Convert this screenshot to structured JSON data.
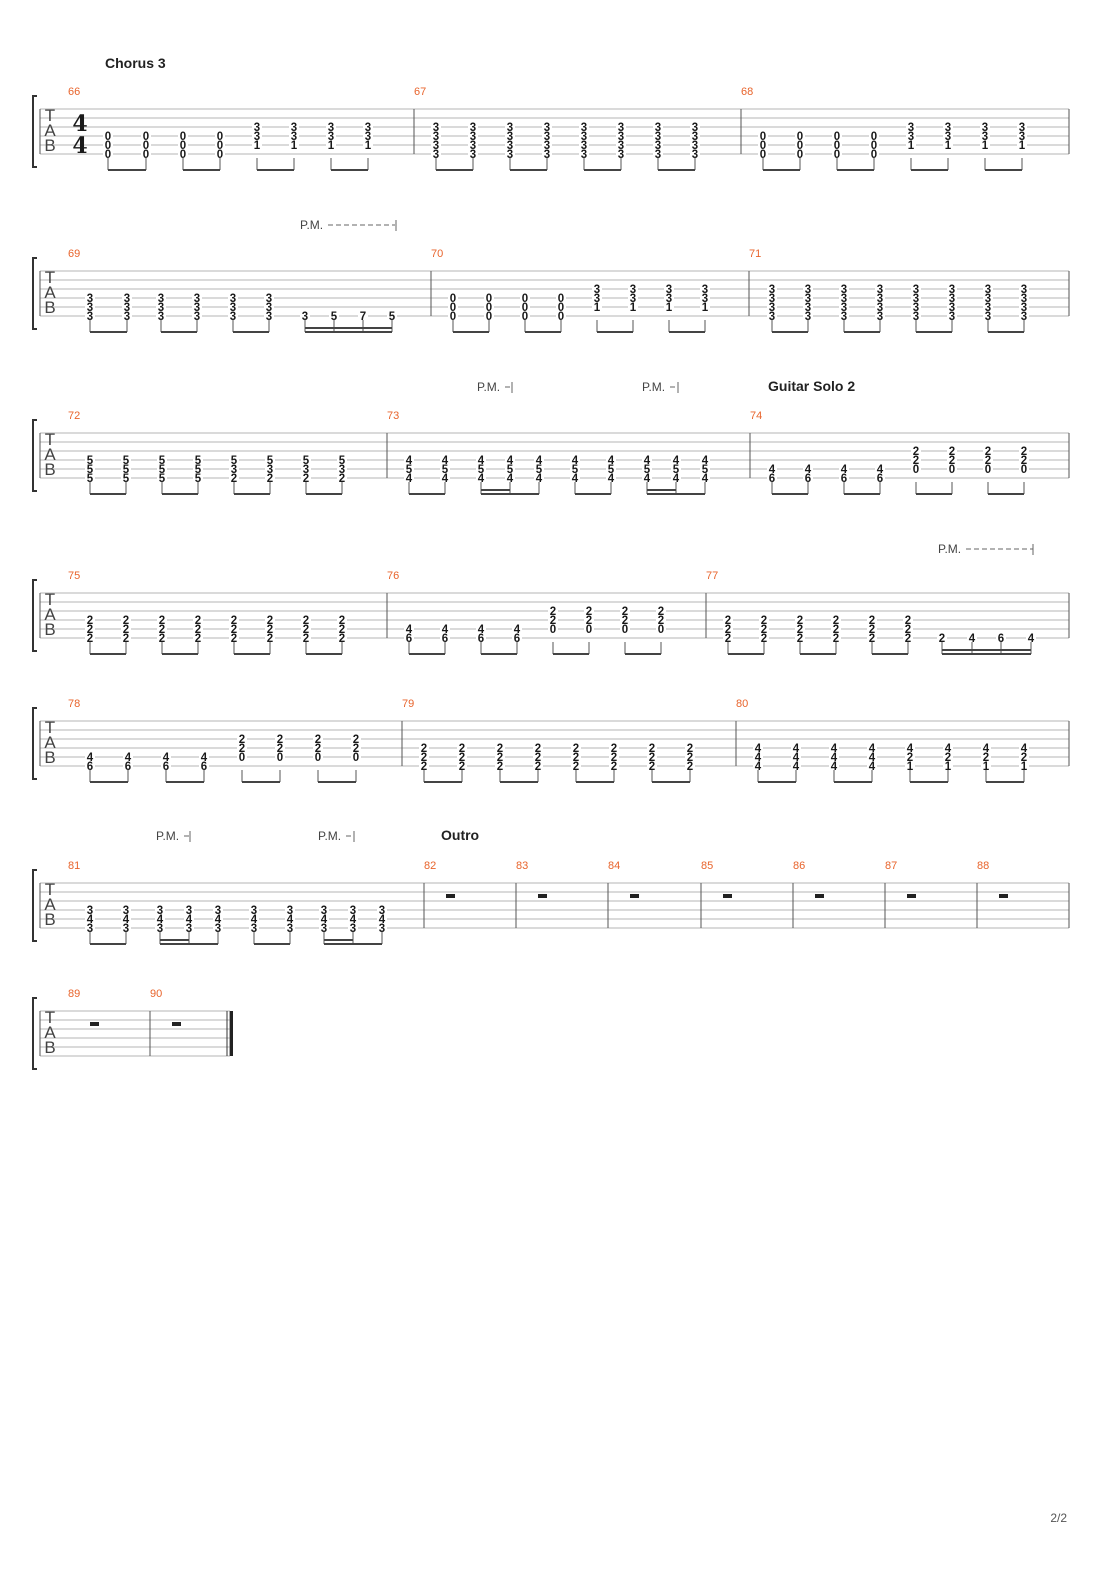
{
  "page": {
    "page_number": "2/2"
  },
  "tab_clef": [
    "T",
    "A",
    "B"
  ],
  "time_signature": {
    "top": "4",
    "bottom": "4"
  },
  "pm_label": "P.M.",
  "sections": [
    "Chorus 3",
    "Guitar Solo 2",
    "Outro"
  ],
  "measure_numbers": [
    "66",
    "67",
    "68",
    "69",
    "70",
    "71",
    "72",
    "73",
    "74",
    "75",
    "76",
    "77",
    "78",
    "79",
    "80",
    "81",
    "82",
    "83",
    "84",
    "85",
    "86",
    "87",
    "88",
    "89",
    "90"
  ],
  "measures": {
    "66": [
      [
        "0",
        "0",
        "0",
        ""
      ],
      [
        "0",
        "0",
        "0",
        ""
      ],
      [
        "0",
        "0",
        "0",
        ""
      ],
      [
        "0",
        "0",
        "0",
        ""
      ],
      [
        "3",
        "3",
        "1",
        ""
      ],
      [
        "3",
        "3",
        "1",
        ""
      ],
      [
        "3",
        "3",
        "1",
        ""
      ],
      [
        "3",
        "3",
        "1",
        ""
      ]
    ],
    "67": [
      [
        "3",
        "3",
        "3",
        "3"
      ],
      [
        "3",
        "3",
        "3",
        "3"
      ],
      [
        "3",
        "3",
        "3",
        "3"
      ],
      [
        "3",
        "3",
        "3",
        "3"
      ],
      [
        "3",
        "3",
        "3",
        "3"
      ],
      [
        "3",
        "3",
        "3",
        "3"
      ],
      [
        "3",
        "3",
        "3",
        "3"
      ],
      [
        "3",
        "3",
        "3",
        "3"
      ]
    ],
    "68": [
      [
        "0",
        "0",
        "0",
        ""
      ],
      [
        "0",
        "0",
        "0",
        ""
      ],
      [
        "0",
        "0",
        "0",
        ""
      ],
      [
        "0",
        "0",
        "0",
        ""
      ],
      [
        "3",
        "3",
        "1",
        ""
      ],
      [
        "3",
        "3",
        "1",
        ""
      ],
      [
        "3",
        "3",
        "1",
        ""
      ],
      [
        "3",
        "3",
        "1",
        ""
      ]
    ],
    "69": [
      [
        "3",
        "3",
        "3"
      ],
      [
        "3",
        "3",
        "3"
      ],
      [
        "3",
        "3",
        "3"
      ],
      [
        "3",
        "3",
        "3"
      ],
      [
        "3",
        "3",
        "3"
      ],
      [
        "3",
        "3",
        "3"
      ],
      [
        "3"
      ],
      [
        "5"
      ],
      [
        "7"
      ],
      [
        "5"
      ]
    ],
    "70": [
      [
        "0",
        "0",
        "0"
      ],
      [
        "0",
        "0",
        "0"
      ],
      [
        "0",
        "0",
        "0"
      ],
      [
        "0",
        "0",
        "0"
      ],
      [
        "3",
        "3",
        "1"
      ],
      [
        "3",
        "3",
        "1"
      ],
      [
        "3",
        "3",
        "1"
      ],
      [
        "3",
        "3",
        "1"
      ]
    ],
    "71": [
      [
        "3",
        "3",
        "3",
        "3"
      ],
      [
        "3",
        "3",
        "3",
        "3"
      ],
      [
        "3",
        "3",
        "3",
        "3"
      ],
      [
        "3",
        "3",
        "3",
        "3"
      ],
      [
        "3",
        "3",
        "3",
        "3"
      ],
      [
        "3",
        "3",
        "3",
        "3"
      ],
      [
        "3",
        "3",
        "3",
        "3"
      ],
      [
        "3",
        "3",
        "3",
        "3"
      ]
    ],
    "72": [
      [
        "5",
        "5",
        "5"
      ],
      [
        "5",
        "5",
        "5"
      ],
      [
        "5",
        "5",
        "5"
      ],
      [
        "5",
        "5",
        "5"
      ],
      [
        "5",
        "3",
        "2"
      ],
      [
        "5",
        "3",
        "2"
      ],
      [
        "5",
        "3",
        "2"
      ],
      [
        "5",
        "3",
        "2"
      ]
    ],
    "73": [
      [
        "4",
        "5",
        "4"
      ],
      [
        "4",
        "5",
        "4"
      ],
      [
        "4",
        "5",
        "4"
      ],
      [
        "4",
        "5",
        "4"
      ],
      [
        "4",
        "5",
        "4"
      ],
      [
        "4",
        "5",
        "4"
      ],
      [
        "4",
        "5",
        "4"
      ],
      [
        "4",
        "5",
        "4"
      ],
      [
        "4",
        "5",
        "4"
      ],
      [
        "4",
        "5",
        "4"
      ]
    ],
    "74": [
      [
        "4",
        "6"
      ],
      [
        "4",
        "6"
      ],
      [
        "4",
        "6"
      ],
      [
        "4",
        "6"
      ],
      [
        "2",
        "2",
        "0"
      ],
      [
        "2",
        "2",
        "0"
      ],
      [
        "2",
        "2",
        "0"
      ],
      [
        "2",
        "2",
        "0"
      ]
    ],
    "75": [
      [
        "2",
        "2",
        "2"
      ],
      [
        "2",
        "2",
        "2"
      ],
      [
        "2",
        "2",
        "2"
      ],
      [
        "2",
        "2",
        "2"
      ],
      [
        "2",
        "2",
        "2"
      ],
      [
        "2",
        "2",
        "2"
      ],
      [
        "2",
        "2",
        "2"
      ],
      [
        "2",
        "2",
        "2"
      ]
    ],
    "76": [
      [
        "4",
        "6"
      ],
      [
        "4",
        "6"
      ],
      [
        "4",
        "6"
      ],
      [
        "4",
        "6"
      ],
      [
        "2",
        "2",
        "0"
      ],
      [
        "2",
        "2",
        "0"
      ],
      [
        "2",
        "2",
        "0"
      ],
      [
        "2",
        "2",
        "0"
      ]
    ],
    "77": [
      [
        "2",
        "2",
        "2"
      ],
      [
        "2",
        "2",
        "2"
      ],
      [
        "2",
        "2",
        "2"
      ],
      [
        "2",
        "2",
        "2"
      ],
      [
        "2",
        "2",
        "2"
      ],
      [
        "2",
        "2",
        "2"
      ],
      [
        "2"
      ],
      [
        "4"
      ],
      [
        "6"
      ],
      [
        "4"
      ]
    ],
    "78": [
      [
        "4",
        "6"
      ],
      [
        "4",
        "6"
      ],
      [
        "4",
        "6"
      ],
      [
        "4",
        "6"
      ],
      [
        "2",
        "2",
        "0"
      ],
      [
        "2",
        "2",
        "0"
      ],
      [
        "2",
        "2",
        "0"
      ],
      [
        "2",
        "2",
        "0"
      ]
    ],
    "79": [
      [
        "2",
        "2",
        "2"
      ],
      [
        "2",
        "2",
        "2"
      ],
      [
        "2",
        "2",
        "2"
      ],
      [
        "2",
        "2",
        "2"
      ],
      [
        "2",
        "2",
        "2"
      ],
      [
        "2",
        "2",
        "2"
      ],
      [
        "2",
        "2",
        "2"
      ],
      [
        "2",
        "2",
        "2"
      ]
    ],
    "80": [
      [
        "4",
        "4",
        "4"
      ],
      [
        "4",
        "4",
        "4"
      ],
      [
        "4",
        "4",
        "4"
      ],
      [
        "4",
        "4",
        "4"
      ],
      [
        "4",
        "2",
        "1"
      ],
      [
        "4",
        "2",
        "1"
      ],
      [
        "4",
        "2",
        "1"
      ],
      [
        "4",
        "2",
        "1"
      ]
    ],
    "81": [
      [
        "3",
        "4",
        "3"
      ],
      [
        "3",
        "4",
        "3"
      ],
      [
        "3",
        "4",
        "3"
      ],
      [
        "3",
        "4",
        "3"
      ],
      [
        "3",
        "4",
        "3"
      ],
      [
        "3",
        "4",
        "3"
      ],
      [
        "3",
        "4",
        "3"
      ],
      [
        "3",
        "4",
        "3"
      ],
      [
        "3",
        "4",
        "3"
      ],
      [
        "3",
        "4",
        "3"
      ]
    ]
  }
}
